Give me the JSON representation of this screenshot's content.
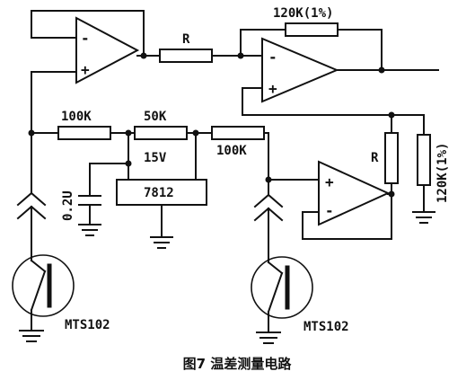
{
  "labels": {
    "r_feedback_top": "120K(1%)",
    "r_top": "R",
    "r_100k_left": "100K",
    "r_50k": "50K",
    "r_100k_right": "100K",
    "supply": "15V",
    "regulator": "7812",
    "capacitor": "0.2U",
    "r_right": "R",
    "r_feedback_right": "120K(1%)",
    "sensor_left": "MTS102",
    "sensor_right": "MTS102",
    "opamp_minus": "-",
    "opamp_plus": "+"
  },
  "caption": "图7 温差测量电路"
}
